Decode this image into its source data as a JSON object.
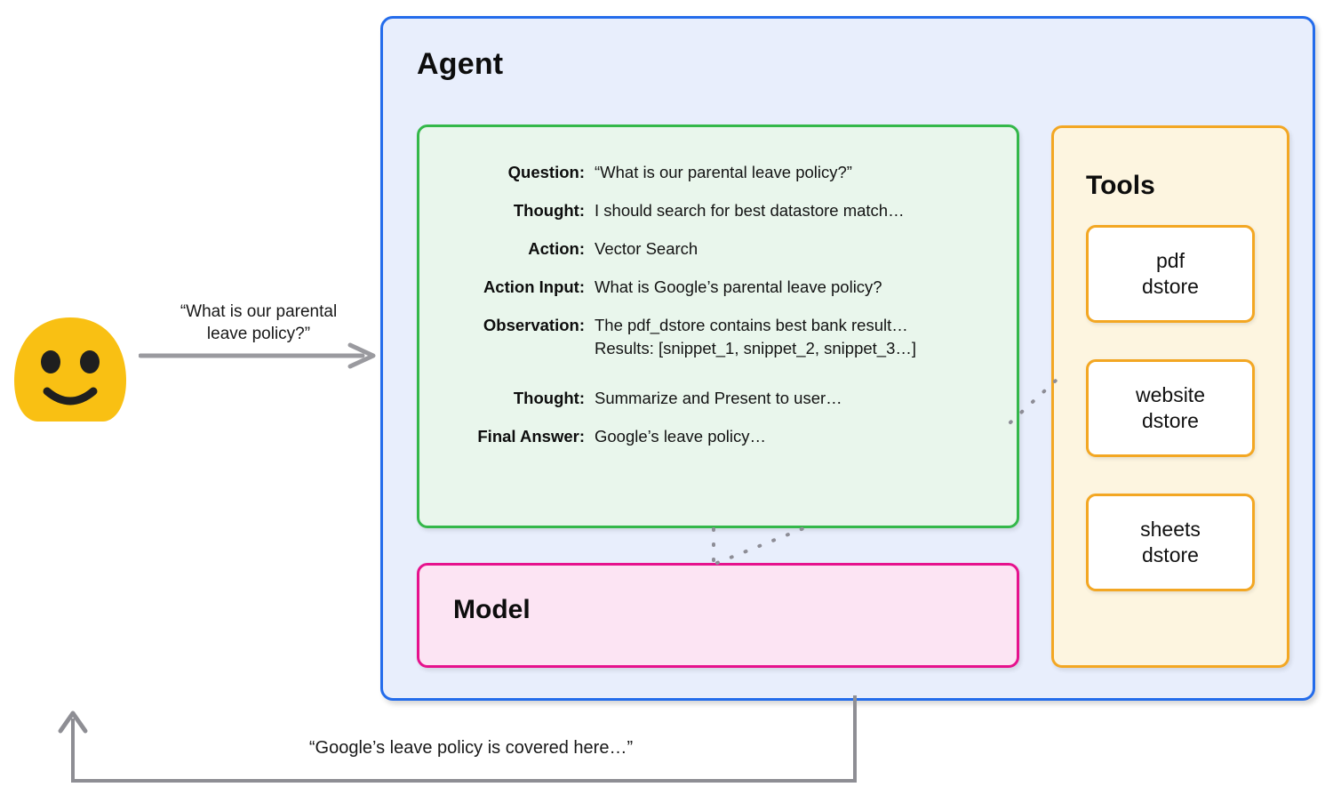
{
  "agent": {
    "title": "Agent",
    "border_color": "#246ceb",
    "fill_color": "#e8eefc"
  },
  "trace": {
    "border_color": "#34b84a",
    "fill_color": "#e9f6ec",
    "rows": [
      {
        "label": "Question:",
        "value": "“What is our parental leave policy?”"
      },
      {
        "label": "Thought:",
        "value": "I should search for best datastore match…"
      },
      {
        "label": "Action:",
        "value": "Vector Search"
      },
      {
        "label": "Action Input:",
        "value": "What is Google’s parental leave policy?"
      },
      {
        "label": "Observation:",
        "value": "The pdf_dstore contains best bank result…\nResults: [snippet_1, snippet_2, snippet_3…]"
      },
      {
        "label": "Thought:",
        "value": "Summarize and Present to user…"
      },
      {
        "label": "Final Answer:",
        "value": "Google’s leave policy…"
      }
    ]
  },
  "model": {
    "title": "Model",
    "border_color": "#e6128d",
    "fill_color": "#fce4f3"
  },
  "tools": {
    "title": "Tools",
    "border_color": "#f3a723",
    "fill_color": "#fdf5e0",
    "items": [
      {
        "label": "pdf\ndstore"
      },
      {
        "label": "website\ndstore"
      },
      {
        "label": "sheets\ndstore"
      }
    ]
  },
  "user": {
    "avatar_icon": "smiley-blob-face-icon",
    "avatar_color": "#f9c013",
    "request_text": "“What is our parental\nleave policy?”",
    "response_text": "“Google’s leave policy is covered here…”",
    "arrow_color": "#9a9a9f"
  }
}
